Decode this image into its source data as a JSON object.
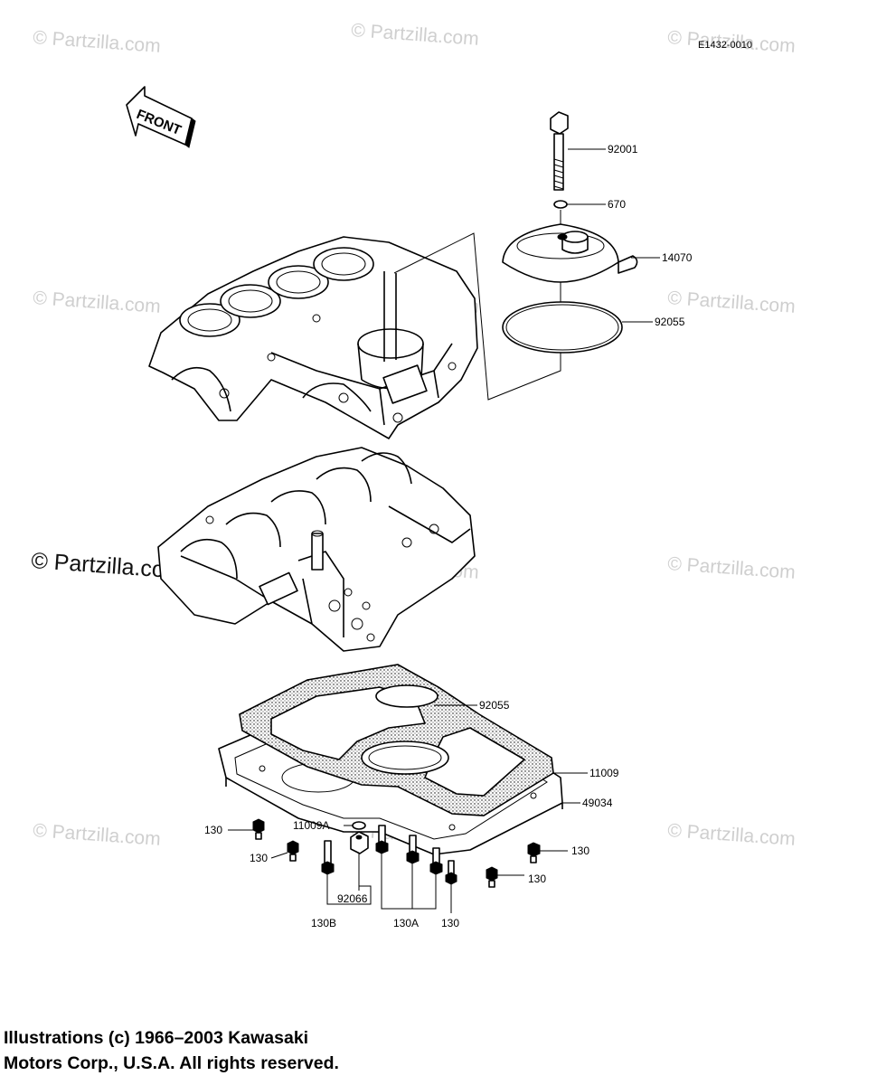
{
  "diagram_code": "E1432-0010",
  "front_arrow_text": "FRONT",
  "watermark_text": "© Partzilla.com",
  "watermark_large_text": "© Partzilla.com",
  "parts": {
    "p92001": "92001",
    "p670": "670",
    "p14070": "14070",
    "p92055_top": "92055",
    "p92055_pan": "92055",
    "p11009": "11009",
    "p49034": "49034",
    "p11009A": "11009A",
    "p130_left": "130",
    "p130_left2": "130",
    "p130_right": "130",
    "p130_right2": "130",
    "p92066": "92066",
    "p130B": "130B",
    "p130A": "130A",
    "p130_bottom": "130"
  },
  "copyright": {
    "line1": "Illustrations (c) 1966–2003 Kawasaki",
    "line2": "Motors Corp., U.S.A.  All rights reserved."
  }
}
